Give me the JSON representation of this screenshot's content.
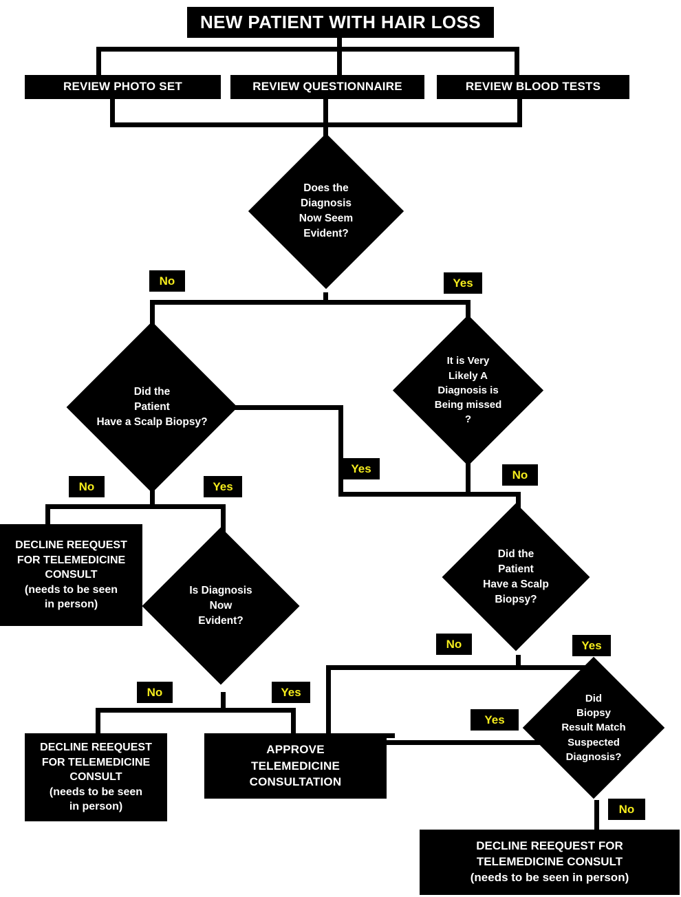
{
  "diagram": {
    "title": "NEW PATIENT WITH HAIR LOSS",
    "type": "flowchart",
    "theme": {
      "node_fill": "#000000",
      "node_text": "#ffffff",
      "edge_label_fill": "#000000",
      "edge_label_text": "#f5ec1d",
      "background": "#ffffff",
      "connector": "#000000"
    }
  },
  "nodes": {
    "start": "NEW PATIENT WITH HAIR LOSS",
    "review_photo": "REVIEW PHOTO SET",
    "review_questionnaire": "REVIEW QUESTIONNAIRE",
    "review_blood": "REVIEW BLOOD TESTS",
    "d_diagnosis_evident": "Does the\nDiagnosis\nNow Seem\nEvident?",
    "d_scalp_biopsy_left": "Did the\nPatient\nHave a Scalp Biopsy?",
    "d_likely_missed": "It is Very\nLikely A\nDiagnosis is\nBeing missed\n?",
    "d_is_diagnosis_evident": "Is Diagnosis\nNow\nEvident?",
    "d_scalp_biopsy_right": "Did the\nPatient\nHave a Scalp\nBiopsy?",
    "d_biopsy_match": "Did\nBiopsy\nResult Match\nSuspected\nDiagnosis?",
    "decline_left_upper": "DECLINE REEQUEST\nFOR TELEMEDICINE\nCONSULT\n(needs to be seen\nin person)",
    "decline_left_lower": "DECLINE REEQUEST\nFOR TELEMEDICINE\nCONSULT\n(needs to be seen\nin person)",
    "approve": "APPROVE\nTELEMEDICINE\nCONSULTATION",
    "decline_bottom_right": "DECLINE REEQUEST FOR\nTELEMEDICINE CONSULT\n(needs to be seen in person)"
  },
  "edge_labels": {
    "evident_no": "No",
    "evident_yes": "Yes",
    "biopsy_left_no": "No",
    "biopsy_left_yes": "Yes",
    "biopsy_left_yes_route": "Yes",
    "missed_no": "No",
    "is_evident_no": "No",
    "is_evident_yes": "Yes",
    "biopsy_right_no": "No",
    "biopsy_right_yes": "Yes",
    "match_yes": "Yes",
    "match_no": "No"
  }
}
